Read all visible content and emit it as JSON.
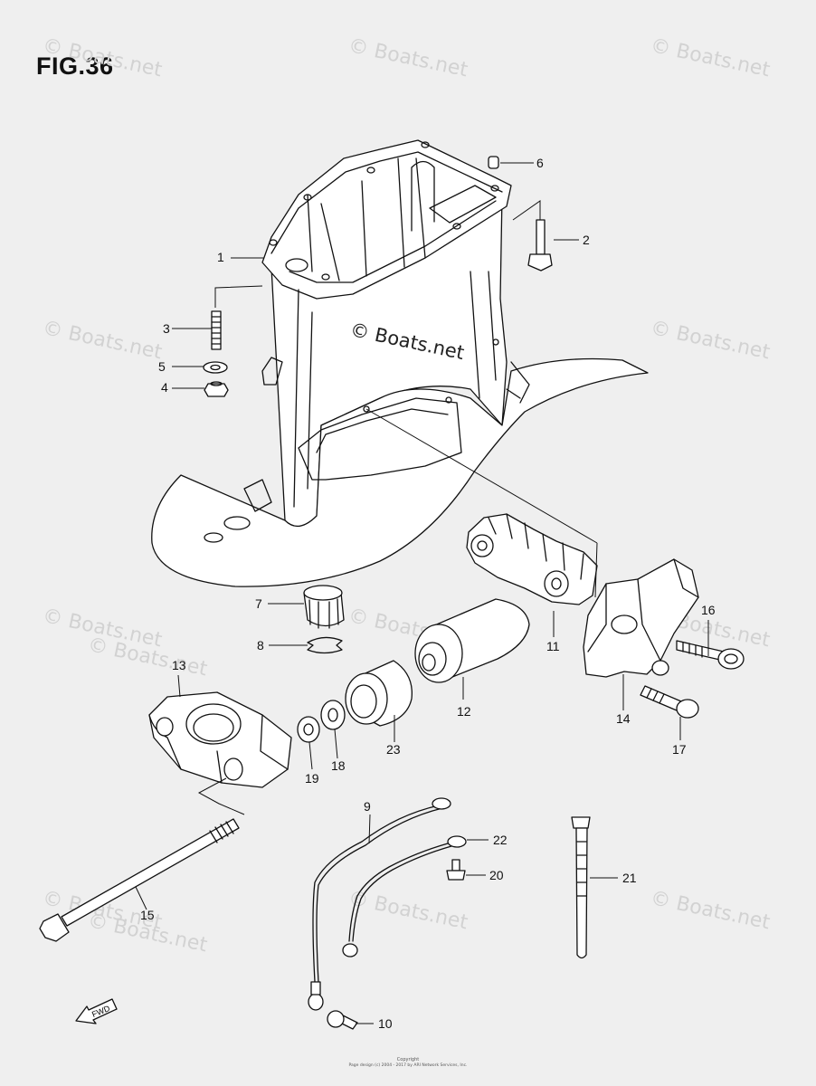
{
  "figure": {
    "title": "FIG.36"
  },
  "watermarks": [
    "© Boats.net",
    "© Boats.net",
    "© Boats.net",
    "© Boats.net",
    "© Boats.net",
    "© Boats.net",
    "© Boats.net",
    "© Boats.net",
    "© Boats.net",
    "© Boats.net",
    "© Boats.net",
    "© Boats.net",
    "© Boats.net"
  ],
  "center_watermark": "© Boats.net",
  "callouts": [
    "1",
    "2",
    "3",
    "4",
    "5",
    "6",
    "7",
    "8",
    "9",
    "10",
    "11",
    "12",
    "13",
    "14",
    "15",
    "16",
    "17",
    "18",
    "19",
    "20",
    "21",
    "22",
    "23"
  ],
  "icons": {
    "fwd_arrow": "fwd-arrow-icon",
    "fwd_text": "FWD"
  },
  "footer": {
    "line1": "Copyright",
    "line2": "Page design (c) 2004 - 2017 by ARI Network Services, Inc."
  }
}
